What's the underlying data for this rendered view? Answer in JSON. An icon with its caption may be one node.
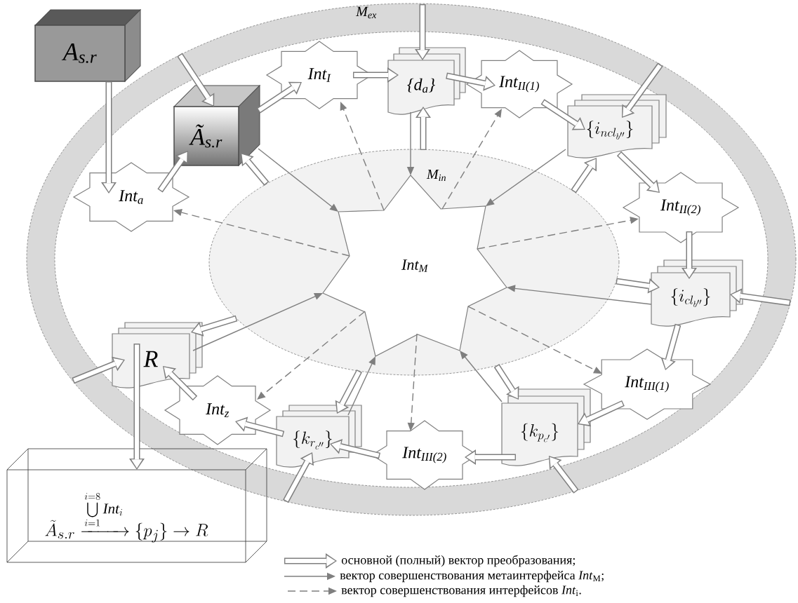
{
  "diagram": {
    "nodes": [
      {
        "text": [
          "A$_{s.r}$"
        ]
      },
      {
        "text": [
          "M$_{ex}$"
        ]
      },
      {
        "text": [
          "M$_{in}$"
        ],
        "in": 1
      },
      {
        "text": [
          "Int$_{M}$"
        ],
        "in": 2
      },
      {
        "text": [
          "Ã$_{s.r}$"
        ],
        "in": 1
      },
      {
        "text": [
          "Int$_{a}$"
        ],
        "in": 1
      },
      {
        "text": [
          "Int$_{I}$"
        ],
        "in": 1
      },
      {
        "text": [
          "{d$_{a}$}"
        ],
        "in": 1
      },
      {
        "text": [
          "Int$_{II(1)}$"
        ],
        "in": 1
      },
      {
        "text": [
          "\\{i_{ncl_{b''}}\\}"
        ],
        "in": 1
      },
      {
        "text": [
          "Int$_{II(2)}$"
        ],
        "in": 1
      },
      {
        "text": [
          "\\{i_{cl_{b''}}\\}"
        ],
        "in": 1
      },
      {
        "text": [
          "Int$_{III(1)}$"
        ],
        "in": 1
      },
      {
        "text": [
          "\\{k_{p_{c'}}\\}"
        ],
        "in": 1
      },
      {
        "text": [
          "Int$_{III(2)}$"
        ],
        "in": 1
      },
      {
        "text": [
          "\\{k_{r_{c''}}\\}"
        ],
        "in": 1
      },
      {
        "text": [
          "Int$_{z}$"
        ],
        "in": 1
      },
      {
        "text": [
          "R"
        ],
        "in": 1
      },
      {
        "text": [
          "\\tilde{A}_{s.r}\\xrightarrow{\\bigcup\\limits_{i=1}^{i=8}\\mathit{Int}_{i}}\\{p_{j}\\}\\rightarrow R"
        ]
      }
    ],
    "edges": [
      {
        "from": 0,
        "to": 5,
        "arrow": "to"
      },
      {
        "from": 1,
        "to": 4,
        "arrow": "to"
      },
      {
        "from": 5,
        "to": 4,
        "arrow": "to"
      },
      {
        "from": 4,
        "to": 6,
        "arrow": "to"
      },
      {
        "from": 2,
        "to": 4,
        "arrow": "to"
      },
      {
        "from": 6,
        "to": 7,
        "arrow": "to"
      },
      {
        "from": 1,
        "to": 7,
        "arrow": "to"
      },
      {
        "from": 2,
        "to": 7,
        "arrow": "to"
      },
      {
        "from": 7,
        "to": 8,
        "arrow": "to"
      },
      {
        "from": 8,
        "to": 9,
        "arrow": "to"
      },
      {
        "from": 1,
        "to": 9,
        "arrow": "to"
      },
      {
        "from": 2,
        "to": 9,
        "arrow": "to"
      },
      {
        "from": 9,
        "to": 10,
        "arrow": "to"
      },
      {
        "from": 10,
        "to": 11,
        "arrow": "to"
      },
      {
        "from": 2,
        "to": 11,
        "arrow": "to"
      },
      {
        "from": 1,
        "to": 11,
        "arrow": "to"
      },
      {
        "from": 11,
        "to": 12,
        "arrow": "to"
      },
      {
        "from": 12,
        "to": 13,
        "arrow": "to"
      },
      {
        "from": 2,
        "to": 13,
        "arrow": "to"
      },
      {
        "from": 1,
        "to": 13,
        "arrow": "to"
      },
      {
        "from": 13,
        "to": 14,
        "arrow": "to"
      },
      {
        "from": 14,
        "to": 15,
        "arrow": "to"
      },
      {
        "from": 2,
        "to": 15,
        "arrow": "to"
      },
      {
        "from": 1,
        "to": 15,
        "arrow": "to"
      },
      {
        "from": 15,
        "to": 16,
        "arrow": "to"
      },
      {
        "from": 16,
        "to": 17,
        "arrow": "to"
      },
      {
        "from": 1,
        "to": 17,
        "arrow": "to"
      },
      {
        "from": 2,
        "to": 17,
        "arrow": "to"
      },
      {
        "from": 17,
        "to": 18,
        "arrow": "to"
      },
      {
        "from": 4,
        "to": 3,
        "arrow": "to",
        "color": "#7f7f7f"
      },
      {
        "from": 7,
        "to": 3,
        "arrow": "to",
        "color": "#7f7f7f"
      },
      {
        "from": 9,
        "to": 3,
        "arrow": "to",
        "color": "#7f7f7f"
      },
      {
        "from": 11,
        "to": 3,
        "arrow": "to",
        "color": "#7f7f7f"
      },
      {
        "from": 13,
        "to": 3,
        "arrow": "to",
        "color": "#7f7f7f"
      },
      {
        "from": 15,
        "to": 3,
        "arrow": "to",
        "color": "#7f7f7f"
      },
      {
        "from": 17,
        "to": 3,
        "arrow": "to",
        "color": "#7f7f7f"
      },
      {
        "from": 3,
        "to": 5,
        "arrow": "to",
        "style": "dashed",
        "color": "#7f7f7f"
      },
      {
        "from": 3,
        "to": 6,
        "arrow": "to",
        "style": "dashed",
        "color": "#7f7f7f"
      },
      {
        "from": 3,
        "to": 8,
        "arrow": "to",
        "style": "dashed",
        "color": "#7f7f7f"
      },
      {
        "from": 3,
        "to": 10,
        "arrow": "to",
        "style": "dashed",
        "color": "#7f7f7f"
      },
      {
        "from": 3,
        "to": 12,
        "arrow": "to",
        "style": "dashed",
        "color": "#7f7f7f"
      },
      {
        "from": 3,
        "to": 14,
        "arrow": "to",
        "style": "dashed",
        "color": "#7f7f7f"
      },
      {
        "from": 3,
        "to": 16,
        "arrow": "to",
        "style": "dashed",
        "color": "#7f7f7f"
      }
    ],
    "legend": [
      {
        "text": "основной (полный) вектор преобразования;"
      },
      {
        "text": "вектор совершенствования метаинтерфейса *Int*$_{M}$;"
      },
      {
        "text": "вектор совершенствования интерфейсов *Int*$_{i}$."
      }
    ]
  }
}
